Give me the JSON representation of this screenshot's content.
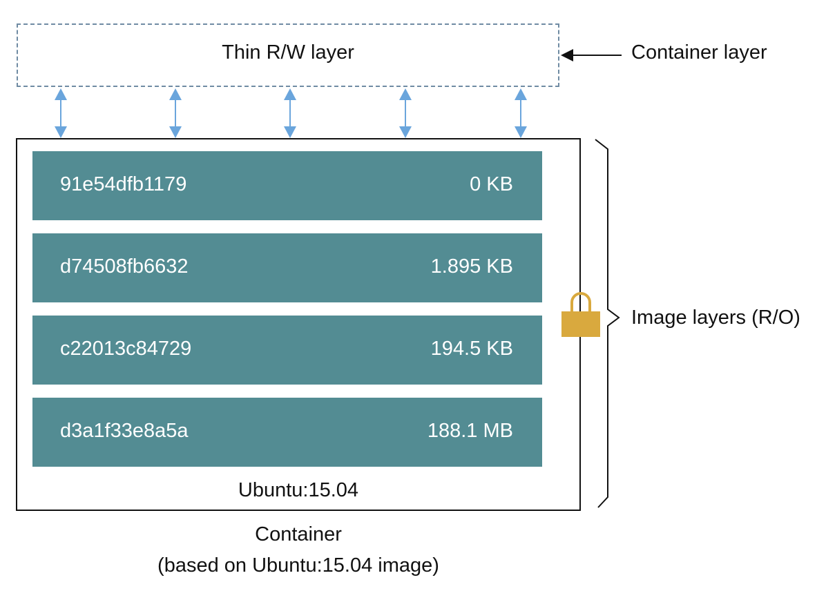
{
  "container_layer": {
    "box_label": "Thin R/W layer",
    "callout": "Container layer"
  },
  "image_layers": {
    "callout": "Image layers (R/O)",
    "items": [
      {
        "id": "91e54dfb1179",
        "size": "0 KB"
      },
      {
        "id": "d74508fb6632",
        "size": "1.895 KB"
      },
      {
        "id": "c22013c84729",
        "size": "194.5 KB"
      },
      {
        "id": "d3a1f33e8a5a",
        "size": "188.1 MB"
      }
    ],
    "image_name": "Ubuntu:15.04"
  },
  "caption": {
    "line1": "Container",
    "line2": "(based on Ubuntu:15.04 image)"
  },
  "icons": {
    "lock": "lock-icon",
    "arrows": "bidirectional-arrow-icon",
    "brace": "right-brace"
  },
  "colors": {
    "layer_fill": "#538c93",
    "arrow": "#6aa5dc",
    "lock": "#d9a93e",
    "dashed_border": "#6f8ba3"
  }
}
